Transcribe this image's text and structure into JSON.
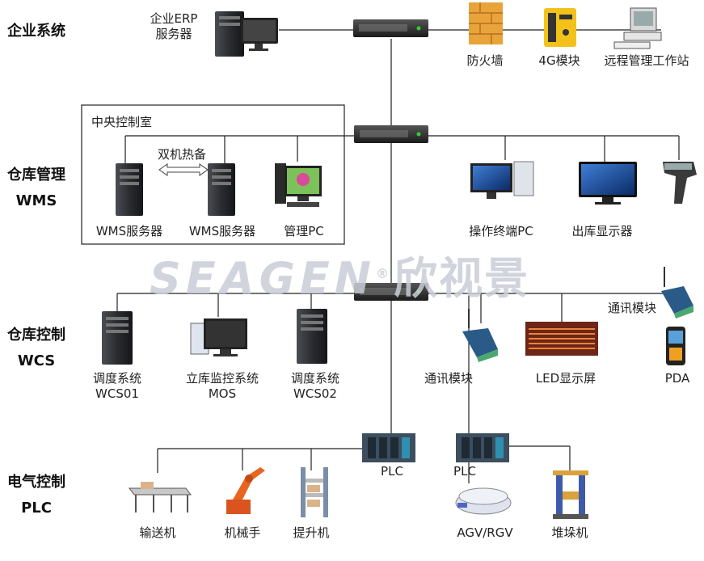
{
  "levels": [
    {
      "line1": "企业系统",
      "line2": ""
    },
    {
      "line1": "仓库管理",
      "line2": "WMS"
    },
    {
      "line1": "仓库控制",
      "line2": "WCS"
    },
    {
      "line1": "电气控制",
      "line2": "PLC"
    }
  ],
  "erp": {
    "line1": "企业ERP",
    "line2": "服务器"
  },
  "firewall": "防火墙",
  "module4g": "4G模块",
  "remote_ws": "远程管理工作站",
  "control_room": {
    "title": "中央控制室",
    "hot_standby": "双机热备",
    "wms_server_1": "WMS服务器",
    "wms_server_2": "WMS服务器",
    "admin_pc": "管理PC"
  },
  "operator_pc": "操作终端PC",
  "outbound_display": "出库显示器",
  "watermark": {
    "latin": "SEAGEN",
    "cn": "欣视景",
    "reg": "®"
  },
  "wcs": {
    "dispatch_1": {
      "line1": "调度系统",
      "line2": "WCS01"
    },
    "monitor": {
      "line1": "立库监控系统",
      "line2": "MOS"
    },
    "dispatch_2": {
      "line1": "调度系统",
      "line2": "WCS02"
    },
    "comm_module": "通讯模块",
    "led_screen": "LED显示屏",
    "comm_module_2": "通讯模块",
    "pda": "PDA"
  },
  "plc": {
    "conveyor": "输送机",
    "robot_arm": "机械手",
    "lift": "提升机",
    "plc_1": "PLC",
    "plc_2": "PLC",
    "agv": "AGV/RGV",
    "stacker": "堆垛机"
  }
}
